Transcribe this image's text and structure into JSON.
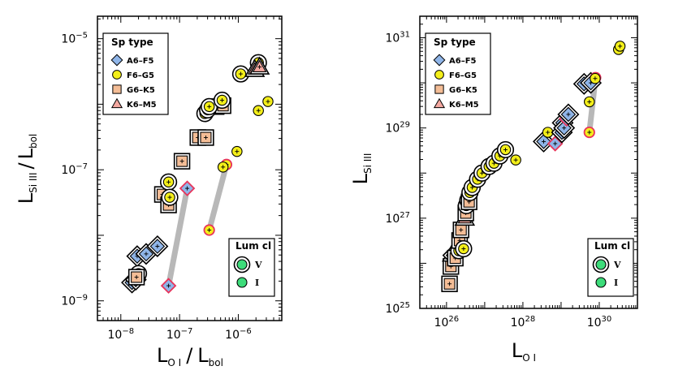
{
  "colors": {
    "A6-F5": "#8fb5e8",
    "F6-G5": "#f4ef1a",
    "G6-K5": "#f4bd96",
    "K6-M5": "#f4a8a0",
    "lum_V": "#3ddc7a",
    "lum_I": "#3ddc7a",
    "highlight": "#e8345a",
    "connector": "#b8b8b8"
  },
  "legend": {
    "sp_title": "Sp type",
    "sp_items": [
      {
        "label": "A6–F5",
        "key": "A6-F5",
        "marker": "diamond"
      },
      {
        "label": "F6–G5",
        "key": "F6-G5",
        "marker": "circle"
      },
      {
        "label": "G6–K5",
        "key": "G6-K5",
        "marker": "square"
      },
      {
        "label": "K6–M5",
        "key": "K6-M5",
        "marker": "triangle"
      }
    ],
    "lum_title": "Lum cl",
    "lum_items": [
      {
        "label": "V",
        "ring": true
      },
      {
        "label": "I",
        "ring": false
      }
    ]
  },
  "chart_data": [
    {
      "type": "scatter",
      "xlabel": {
        "main": "L",
        "sub": "O I",
        "slash": "/",
        "main2": "L",
        "sub2": "bol"
      },
      "ylabel": {
        "main": "L",
        "sub": "Si III",
        "slash": "/",
        "main2": "L",
        "sub2": "bol"
      },
      "xscale": "log",
      "yscale": "log",
      "xlim": [
        4e-09,
        5.5e-06
      ],
      "ylim": [
        5e-10,
        2.2e-05
      ],
      "xticks": [
        {
          "v": 1e-08,
          "b": "10",
          "e": "−8"
        },
        {
          "v": 1e-07,
          "b": "10",
          "e": "−7"
        },
        {
          "v": 1e-06,
          "b": "10",
          "e": "−6"
        }
      ],
      "yticks": [
        {
          "v": 1e-09,
          "b": "10",
          "e": "−9"
        },
        {
          "v": 1e-07,
          "b": "10",
          "e": "−7"
        },
        {
          "v": 1e-05,
          "b": "10",
          "e": "−5"
        }
      ],
      "connectors": [
        {
          "from": [
            6.5e-08,
            1.7e-09
          ],
          "to": [
            1.35e-07,
            5.2e-08
          ]
        },
        {
          "from": [
            3.2e-07,
            1.2e-08
          ],
          "to": [
            6.3e-07,
            1.2e-07
          ]
        }
      ],
      "points": [
        {
          "t": "A6-F5",
          "x": 1.55e-08,
          "y": 1.9e-09,
          "lc": "V"
        },
        {
          "t": "A6-F5",
          "x": 1.8e-08,
          "y": 2.1e-09,
          "lc": "V"
        },
        {
          "t": "A6-F5",
          "x": 1.9e-08,
          "y": 4.8e-09,
          "lc": "V"
        },
        {
          "t": "A6-F5",
          "x": 2.7e-08,
          "y": 5.2e-09,
          "lc": "V"
        },
        {
          "t": "A6-F5",
          "x": 4.2e-08,
          "y": 6.8e-09,
          "lc": "V"
        },
        {
          "t": "F6-G5",
          "x": 2e-08,
          "y": 2.6e-09,
          "lc": "V"
        },
        {
          "t": "G6-K5",
          "x": 1.85e-08,
          "y": 2.3e-09,
          "lc": "V"
        },
        {
          "t": "G6-K5",
          "x": 5.1e-08,
          "y": 4.2e-08,
          "lc": "V"
        },
        {
          "t": "G6-K5",
          "x": 6.5e-08,
          "y": 2.9e-08,
          "lc": "V"
        },
        {
          "t": "F6-G5",
          "x": 6.5e-08,
          "y": 6.5e-08,
          "lc": "V"
        },
        {
          "t": "F6-G5",
          "x": 6.8e-08,
          "y": 3.8e-08,
          "lc": "V"
        },
        {
          "t": "A6-F5",
          "x": 6.5e-08,
          "y": 1.7e-09,
          "lc": "I",
          "hl": true
        },
        {
          "t": "A6-F5",
          "x": 1.35e-07,
          "y": 5.2e-08,
          "lc": "I",
          "hl": true
        },
        {
          "t": "G6-K5",
          "x": 1.1e-07,
          "y": 1.35e-07,
          "lc": "V"
        },
        {
          "t": "G6-K5",
          "x": 2.05e-07,
          "y": 3.1e-07,
          "lc": "V"
        },
        {
          "t": "G6-K5",
          "x": 2.8e-07,
          "y": 3.1e-07,
          "lc": "V"
        },
        {
          "t": "G6-K5",
          "x": 4.2e-07,
          "y": 9.2e-07,
          "lc": "V"
        },
        {
          "t": "G6-K5",
          "x": 5.5e-07,
          "y": 9.5e-07,
          "lc": "V"
        },
        {
          "t": "F6-G5",
          "x": 2.7e-07,
          "y": 7.2e-07,
          "lc": "V"
        },
        {
          "t": "F6-G5",
          "x": 3e-07,
          "y": 8.2e-07,
          "lc": "V"
        },
        {
          "t": "F6-G5",
          "x": 3.2e-07,
          "y": 9.2e-07,
          "lc": "V"
        },
        {
          "t": "F6-G5",
          "x": 5.3e-07,
          "y": 1.15e-06,
          "lc": "V"
        },
        {
          "t": "F6-G5",
          "x": 1.1e-06,
          "y": 2.9e-06,
          "lc": "V"
        },
        {
          "t": "F6-G5",
          "x": 2.2e-06,
          "y": 4.3e-06,
          "lc": "V"
        },
        {
          "t": "F6-G5",
          "x": 3.2e-07,
          "y": 1.2e-08,
          "lc": "I",
          "hl": true
        },
        {
          "t": "F6-G5",
          "x": 6.3e-07,
          "y": 1.2e-07,
          "lc": "I",
          "hl": true
        },
        {
          "t": "F6-G5",
          "x": 5.5e-07,
          "y": 1.1e-07,
          "lc": "I"
        },
        {
          "t": "F6-G5",
          "x": 9.5e-07,
          "y": 1.9e-07,
          "lc": "I"
        },
        {
          "t": "F6-G5",
          "x": 2.2e-06,
          "y": 8e-07,
          "lc": "I"
        },
        {
          "t": "F6-G5",
          "x": 3.2e-06,
          "y": 1.1e-06,
          "lc": "I"
        },
        {
          "t": "K6-M5",
          "x": 1.9e-06,
          "y": 3.4e-06,
          "lc": "V"
        },
        {
          "t": "K6-M5",
          "x": 2.3e-06,
          "y": 3.7e-06,
          "lc": "V"
        }
      ]
    },
    {
      "type": "scatter",
      "xlabel": {
        "main": "L",
        "sub": "O I"
      },
      "ylabel": {
        "main": "L",
        "sub": "Si III"
      },
      "xscale": "log",
      "yscale": "log",
      "xlim": [
        2e+25,
        1e+31
      ],
      "ylim": [
        1e+25,
        3e+31
      ],
      "xticks": [
        {
          "v": 1e+26,
          "b": "10",
          "e": "26"
        },
        {
          "v": 1e+28,
          "b": "10",
          "e": "28"
        },
        {
          "v": 1e+30,
          "b": "10",
          "e": "30"
        }
      ],
      "yticks": [
        {
          "v": 1e+25,
          "b": "10",
          "e": "25"
        },
        {
          "v": 1e+27,
          "b": "10",
          "e": "27"
        },
        {
          "v": 1e+29,
          "b": "10",
          "e": "29"
        },
        {
          "v": 1e+31,
          "b": "10",
          "e": "31"
        }
      ],
      "connectors": [
        {
          "from": [
            5.5e+29,
            8e+28
          ],
          "to": [
            8e+29,
            1.3e+30
          ]
        },
        {
          "from": [
            7e+28,
            4.5e+28
          ],
          "to": [
            1.4e+29,
            1.6e+29
          ]
        }
      ],
      "points": [
        {
          "t": "G6-K5",
          "x": 1.2e+26,
          "y": 3.5e+25,
          "lc": "V"
        },
        {
          "t": "G6-K5",
          "x": 1.3e+26,
          "y": 8.5e+25,
          "lc": "V"
        },
        {
          "t": "K6-M5",
          "x": 1.4e+26,
          "y": 1.6e+26,
          "lc": "V"
        },
        {
          "t": "A6-F5",
          "x": 1.5e+26,
          "y": 1.5e+26,
          "lc": "V"
        },
        {
          "t": "G6-K5",
          "x": 1.7e+26,
          "y": 1.3e+26,
          "lc": "V"
        },
        {
          "t": "F6-G5",
          "x": 2.1e+26,
          "y": 1.9e+26,
          "lc": "V"
        },
        {
          "t": "G6-K5",
          "x": 2.2e+26,
          "y": 3.2e+26,
          "lc": "V"
        },
        {
          "t": "G6-K5",
          "x": 2.4e+26,
          "y": 5.5e+26,
          "lc": "V"
        },
        {
          "t": "F6-G5",
          "x": 2.8e+26,
          "y": 2.1e+26,
          "lc": "V"
        },
        {
          "t": "K6-M5",
          "x": 3e+26,
          "y": 1e+27,
          "lc": "V"
        },
        {
          "t": "G6-K5",
          "x": 3.2e+26,
          "y": 1.3e+27,
          "lc": "V"
        },
        {
          "t": "F6-G5",
          "x": 3.3e+26,
          "y": 1.9e+27,
          "lc": "V"
        },
        {
          "t": "F6-G5",
          "x": 3.6e+26,
          "y": 2.5e+27,
          "lc": "V"
        },
        {
          "t": "G6-K5",
          "x": 3.9e+26,
          "y": 2.3e+27,
          "lc": "V"
        },
        {
          "t": "F6-G5",
          "x": 4.1e+26,
          "y": 3.7e+27,
          "lc": "V"
        },
        {
          "t": "F6-G5",
          "x": 4.7e+26,
          "y": 4.8e+27,
          "lc": "V"
        },
        {
          "t": "F6-G5",
          "x": 6.5e+26,
          "y": 7.3e+27,
          "lc": "V"
        },
        {
          "t": "F6-G5",
          "x": 8.5e+26,
          "y": 1e+28,
          "lc": "V"
        },
        {
          "t": "F6-G5",
          "x": 1.3e+27,
          "y": 1.4e+28,
          "lc": "V"
        },
        {
          "t": "F6-G5",
          "x": 1.75e+27,
          "y": 1.65e+28,
          "lc": "V"
        },
        {
          "t": "F6-G5",
          "x": 2.5e+27,
          "y": 2.4e+28,
          "lc": "V"
        },
        {
          "t": "F6-G5",
          "x": 3.5e+27,
          "y": 3.3e+28,
          "lc": "V"
        },
        {
          "t": "F6-G5",
          "x": 6.5e+27,
          "y": 1.95e+28,
          "lc": "I"
        },
        {
          "t": "A6-F5",
          "x": 3.5e+28,
          "y": 5e+28,
          "lc": "V"
        },
        {
          "t": "F6-G5",
          "x": 4.5e+28,
          "y": 8e+28,
          "lc": "I"
        },
        {
          "t": "A6-F5",
          "x": 7e+28,
          "y": 4.5e+28,
          "lc": "I",
          "hl": true
        },
        {
          "t": "A6-F5",
          "x": 1.1e+29,
          "y": 1.3e+29,
          "lc": "V"
        },
        {
          "t": "A6-F5",
          "x": 1.05e+29,
          "y": 8e+28,
          "lc": "V"
        },
        {
          "t": "A6-F5",
          "x": 1.2e+29,
          "y": 1e+29,
          "lc": "V"
        },
        {
          "t": "A6-F5",
          "x": 1.4e+29,
          "y": 1.6e+29,
          "lc": "I",
          "hl": true
        },
        {
          "t": "A6-F5",
          "x": 1.55e+29,
          "y": 2e+29,
          "lc": "V"
        },
        {
          "t": "A6-F5",
          "x": 4e+29,
          "y": 9.5e+29,
          "lc": "V"
        },
        {
          "t": "A6-F5",
          "x": 6e+29,
          "y": 1e+30,
          "lc": "V"
        },
        {
          "t": "F6-G5",
          "x": 5.5e+29,
          "y": 8e+28,
          "lc": "I",
          "hl": true
        },
        {
          "t": "F6-G5",
          "x": 8e+29,
          "y": 1.3e+30,
          "lc": "I",
          "hl": true
        },
        {
          "t": "F6-G5",
          "x": 5.5e+29,
          "y": 3.8e+29,
          "lc": "I"
        },
        {
          "t": "F6-G5",
          "x": 7.8e+29,
          "y": 1.25e+30,
          "lc": "I"
        },
        {
          "t": "F6-G5",
          "x": 3.2e+30,
          "y": 5.5e+30,
          "lc": "I"
        },
        {
          "t": "F6-G5",
          "x": 3.5e+30,
          "y": 6.5e+30,
          "lc": "I"
        }
      ]
    }
  ]
}
